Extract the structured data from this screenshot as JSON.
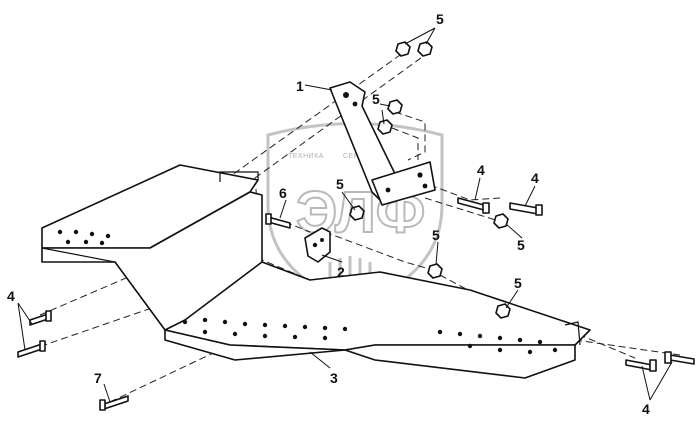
{
  "watermark": {
    "text": "ТЕХНИКА",
    "text2": "СЕРВИС",
    "letters": "ЭЛФ"
  },
  "callouts": [
    {
      "id": "c1",
      "label": "1"
    },
    {
      "id": "c2",
      "label": "2"
    },
    {
      "id": "c3",
      "label": "3"
    },
    {
      "id": "c4a",
      "label": "4"
    },
    {
      "id": "c4b",
      "label": "4"
    },
    {
      "id": "c4c",
      "label": "4"
    },
    {
      "id": "c4d",
      "label": "4"
    },
    {
      "id": "c5a",
      "label": "5"
    },
    {
      "id": "c5b",
      "label": "5"
    },
    {
      "id": "c5c",
      "label": "5"
    },
    {
      "id": "c5d",
      "label": "5"
    },
    {
      "id": "c5e",
      "label": "5"
    },
    {
      "id": "c5f",
      "label": "5"
    },
    {
      "id": "c6",
      "label": "6"
    },
    {
      "id": "c7",
      "label": "7"
    }
  ]
}
